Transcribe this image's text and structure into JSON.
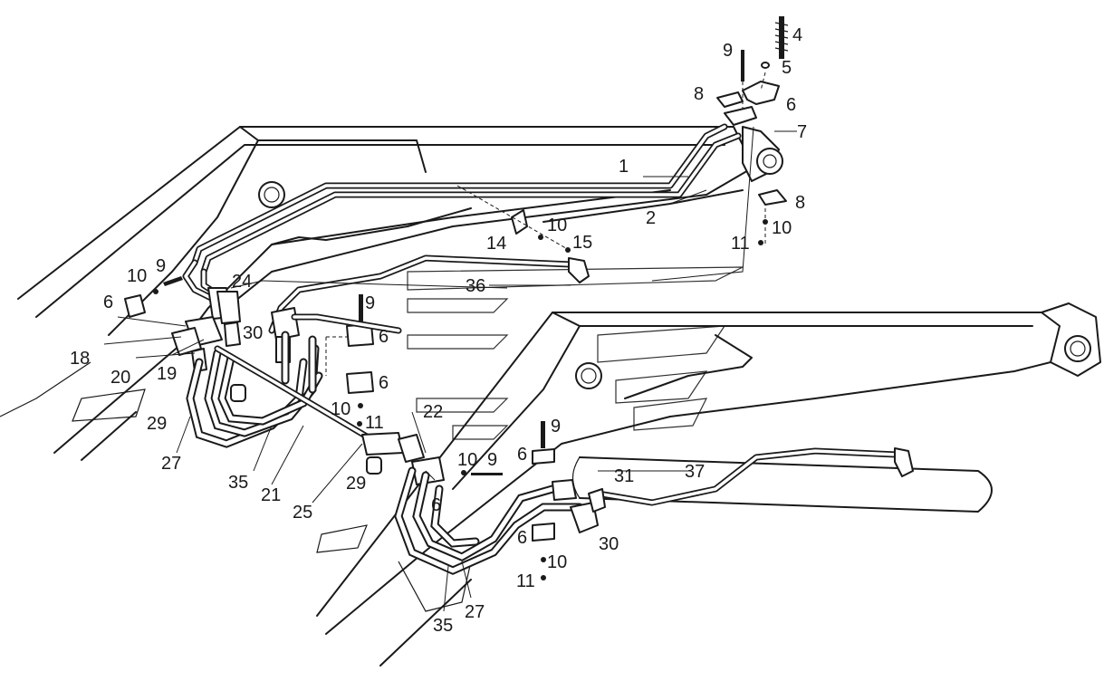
{
  "callouts": {
    "c1": "1",
    "c2": "2",
    "c4": "4",
    "c5": "5",
    "c6a": "6",
    "c6b": "6",
    "c6c": "6",
    "c6d": "6",
    "c6e": "6",
    "c6f": "6",
    "c6g": "6",
    "c7": "7",
    "c8a": "8",
    "c8b": "8",
    "c9a": "9",
    "c9b": "9",
    "c9c": "9",
    "c9d": "9",
    "c9e": "9",
    "c10a": "10",
    "c10b": "10",
    "c10c": "10",
    "c10d": "10",
    "c10e": "10",
    "c10f": "10",
    "c11a": "11",
    "c11b": "11",
    "c11c": "11",
    "c14": "14",
    "c15": "15",
    "c18": "18",
    "c19": "19",
    "c20": "20",
    "c21": "21",
    "c22": "22",
    "c24": "24",
    "c25": "25",
    "c27a": "27",
    "c27b": "27",
    "c29a": "29",
    "c29b": "29",
    "c30a": "30",
    "c30b": "30",
    "c31": "31",
    "c35a": "35",
    "c35b": "35",
    "c36": "36",
    "c37": "37"
  }
}
